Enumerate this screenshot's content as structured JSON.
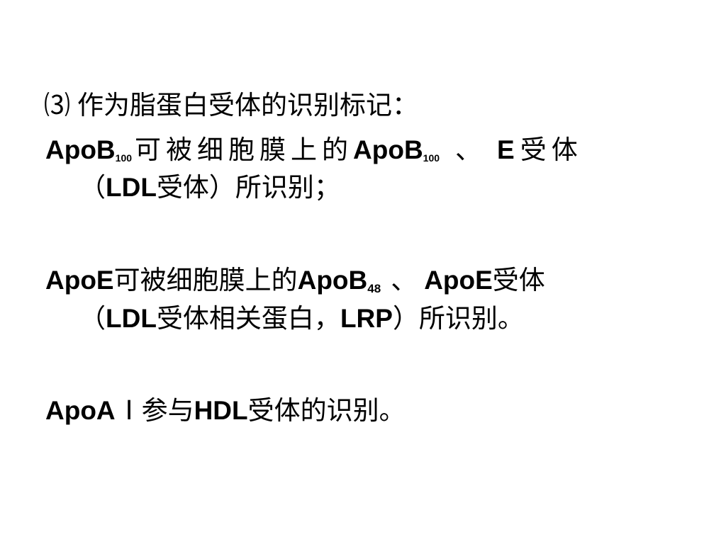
{
  "slide": {
    "heading": {
      "marker": "⑶",
      "text": "作为脂蛋白受体的识别标记："
    },
    "para1": {
      "line1": {
        "a": "ApoB",
        "a_sub": "100",
        "b": "可被细胞膜上的",
        "c": "ApoB",
        "c_sub": "100",
        "d": "、",
        "e": "E",
        "f": "受体"
      },
      "line2": {
        "a": "（",
        "b": "LDL",
        "c": "受体）所识别；"
      }
    },
    "para2": {
      "line1": {
        "a": "ApoE",
        "b": "可被细胞膜上的",
        "c": "ApoB",
        "c_sub": "48",
        "d": "、",
        "e": "ApoE",
        "f": "受体"
      },
      "line2": {
        "a": "（",
        "b": "LDL",
        "c": "受体相关蛋白，",
        "d": "LRP",
        "e": "）所识别。"
      }
    },
    "para3": {
      "a": "ApoA",
      "b": "Ⅰ",
      "c": "参与",
      "d": "HDL",
      "e": "受体的识别。"
    }
  }
}
